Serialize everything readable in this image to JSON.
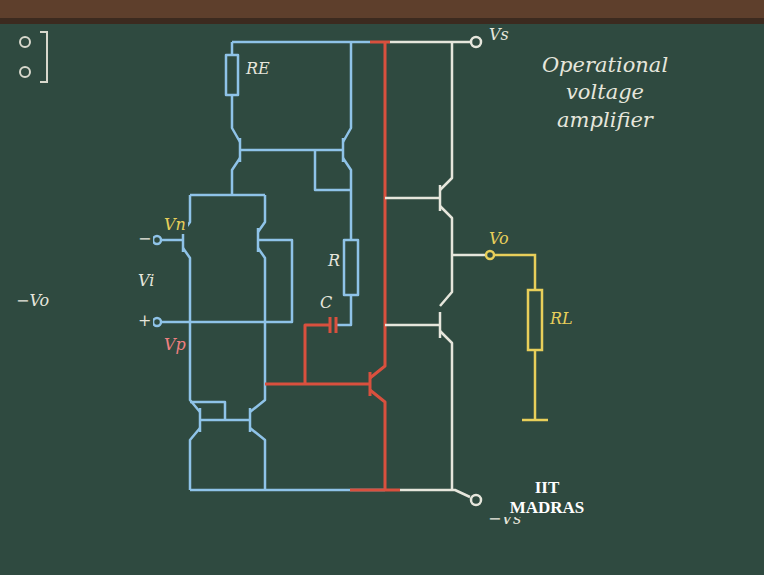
{
  "diagram": {
    "title": "Operational voltage amplifier",
    "labels": [
      "Vs",
      "RE",
      "Vn",
      "−",
      "Vi",
      "+",
      "Vp",
      "R",
      "C",
      "Vo",
      "RL",
      "−Vs",
      "−Vo",
      "IIT MADRAS"
    ]
  }
}
